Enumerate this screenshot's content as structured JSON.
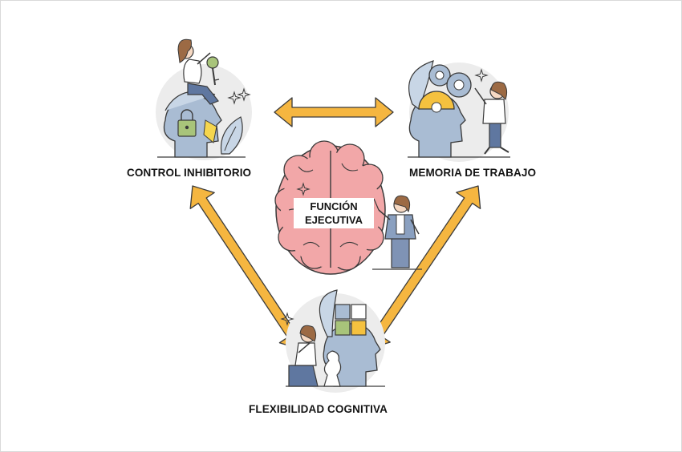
{
  "center": {
    "line1": "FUNCIÓN",
    "line2": "EJECUTIVA"
  },
  "nodes": {
    "inhibitory": {
      "label": "CONTROL INHIBITORIO"
    },
    "working_memory": {
      "label": "MEMORIA DE TRABAJO"
    },
    "flexibility": {
      "label": "FLEXIBILIDAD COGNITIVA"
    }
  },
  "colors": {
    "arrow": "#f5b640",
    "arrow_outline": "#3a3a3a",
    "brain": "#f2a7a8",
    "head": "#a9bcd3",
    "gear_yellow": "#f5c13f",
    "lock_green": "#a8c47a",
    "bg_circle": "#ececec"
  }
}
